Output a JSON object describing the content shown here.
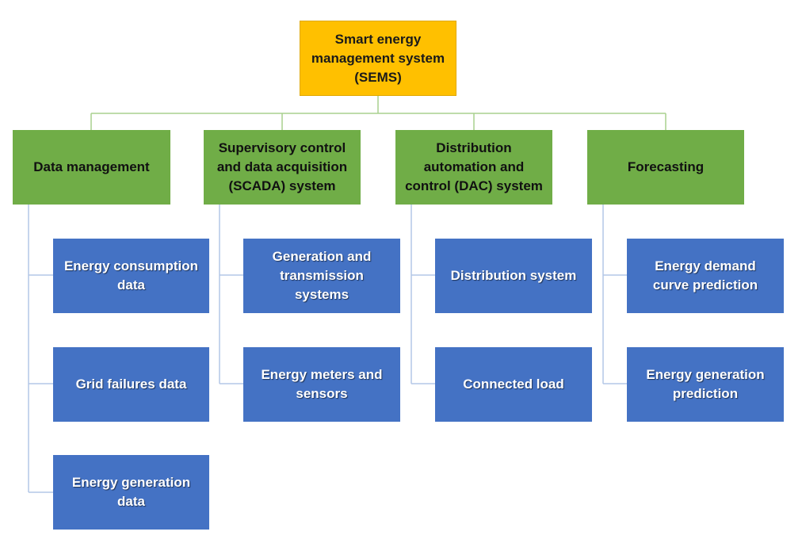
{
  "root": {
    "label": "Smart energy\nmanagement system\n(SEMS)",
    "color": "#FFC000"
  },
  "categories": [
    {
      "label": "Data management",
      "children": [
        "Energy consumption\ndata",
        "Grid failures data",
        "Energy generation\ndata"
      ]
    },
    {
      "label": "Supervisory control\nand data acquisition\n(SCADA) system",
      "children": [
        "Generation and\ntransmission\nsystems",
        "Energy meters and\nsensors"
      ]
    },
    {
      "label": "Distribution\nautomation and\ncontrol (DAC) system",
      "children": [
        "Distribution system",
        "Connected load"
      ]
    },
    {
      "label": "Forecasting",
      "children": [
        "Energy demand\ncurve prediction",
        "Energy generation\nprediction"
      ]
    }
  ],
  "colors": {
    "category": "#70AD47",
    "leaf": "#4472C4",
    "root_connector": "#A9D18E",
    "leaf_connector": "#B4C7E7"
  }
}
